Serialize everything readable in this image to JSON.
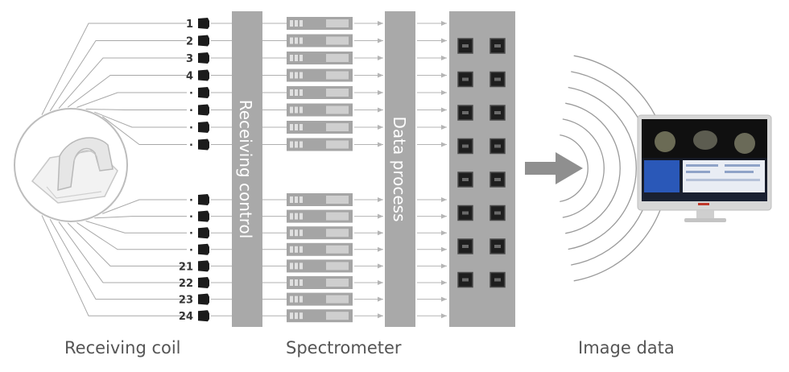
{
  "channel_labels": [
    "1",
    "2",
    "3",
    "4",
    "·",
    "·",
    "·",
    "·",
    "·",
    "·",
    "·",
    "·",
    "21",
    "22",
    "23",
    "24"
  ],
  "blocks": {
    "receiving_control": "Receiving control",
    "data_process": "Data process"
  },
  "captions": {
    "receiving_coil": "Receiving coil",
    "spectrometer": "Spectrometer",
    "image_data": "Image data"
  },
  "colors": {
    "block": "#a9a9a9",
    "line": "#9a9a9a",
    "text": "#555555",
    "chip": "#1e1e1e"
  },
  "icons": [
    "coil-device-icon",
    "connector-icon",
    "spectrometer-module-icon",
    "chip-icon",
    "arrow-right-icon",
    "monitor-icon"
  ]
}
